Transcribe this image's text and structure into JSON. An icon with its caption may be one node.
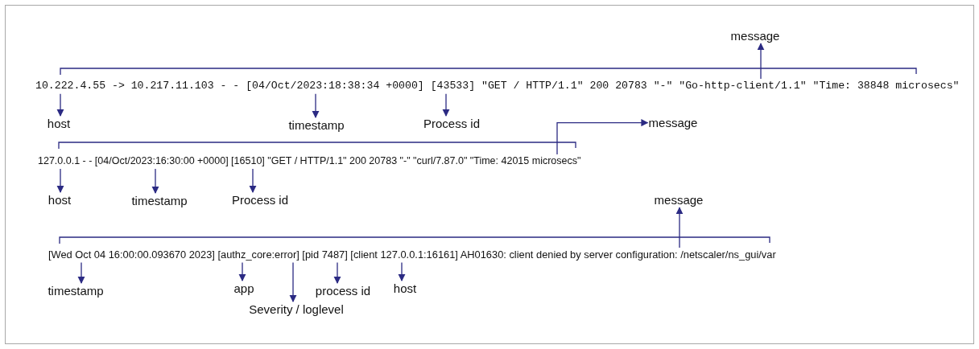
{
  "diagram": {
    "nodes": [
      {
        "text": [
          "10.222.4.55 -> 10.217.11.103 - - [04/Oct/2023:18:38:34 +0000] [43533] \"GET / HTTP/1.1\" 200 20783 \"-\" \"Go-http-client/1.1\" \"Time: 38848 microsecs\""
        ]
      },
      {
        "text": [
          "host"
        ]
      },
      {
        "text": [
          "timestamp"
        ]
      },
      {
        "text": [
          "Process id"
        ]
      },
      {
        "text": [
          "message"
        ]
      },
      {
        "text": [
          "127.0.0.1 - - [04/Oct/2023:16:30:00 +0000] [16510] \"GET / HTTP/1.1\" 200 20783 \"-\" \"curl/7.87.0\" \"Time: 42015 microsecs\""
        ]
      },
      {
        "text": [
          "host"
        ]
      },
      {
        "text": [
          "timestamp"
        ]
      },
      {
        "text": [
          "Process id"
        ]
      },
      {
        "text": [
          "message"
        ]
      },
      {
        "text": [
          "[Wed Oct 04 16:00:00.093670 2023] [authz_core:error] [pid 7487] [client 127.0.0.1:16161] AH01630: client denied by server configuration: /netscaler/ns_gui/var"
        ]
      },
      {
        "text": [
          "timestamp"
        ]
      },
      {
        "text": [
          "app"
        ]
      },
      {
        "text": [
          "Severity / loglevel"
        ]
      },
      {
        "text": [
          "process id"
        ]
      },
      {
        "text": [
          "host"
        ]
      },
      {
        "text": [
          "message"
        ]
      }
    ],
    "edges": [
      {
        "from": 0,
        "to": 1,
        "arrow": "to"
      },
      {
        "from": 0,
        "to": 2,
        "arrow": "to"
      },
      {
        "from": 0,
        "to": 3,
        "arrow": "to"
      },
      {
        "from": 0,
        "to": 4,
        "arrow": "to"
      },
      {
        "from": 5,
        "to": 6,
        "arrow": "to"
      },
      {
        "from": 5,
        "to": 7,
        "arrow": "to"
      },
      {
        "from": 5,
        "to": 8,
        "arrow": "to"
      },
      {
        "from": 5,
        "to": 9,
        "arrow": "to"
      },
      {
        "from": 10,
        "to": 11,
        "arrow": "to"
      },
      {
        "from": 10,
        "to": 12,
        "arrow": "to"
      },
      {
        "from": 10,
        "to": 13,
        "arrow": "to"
      },
      {
        "from": 10,
        "to": 14,
        "arrow": "to"
      },
      {
        "from": 10,
        "to": 15,
        "arrow": "to"
      },
      {
        "from": 10,
        "to": 16,
        "arrow": "to"
      }
    ]
  }
}
